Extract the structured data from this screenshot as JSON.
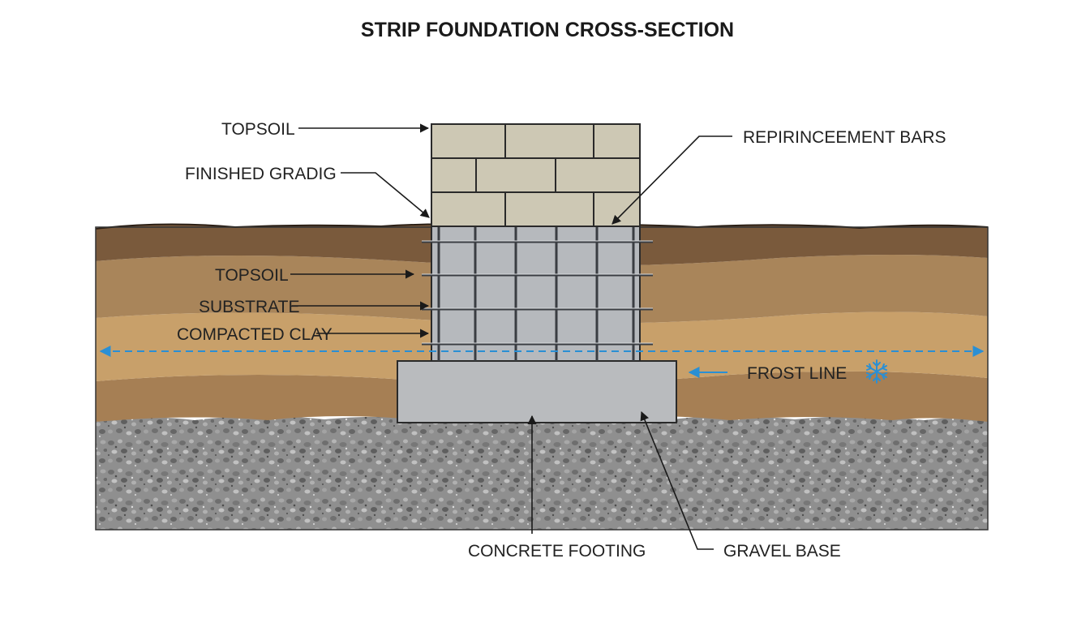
{
  "title": "STRIP FOUNDATION CROSS-SECTION",
  "labels": {
    "topsoil_top": "TOPSOIL",
    "finished_grading": "FINISHED GRADIG",
    "reinforcement_bars": "REPIRINCEEMENT BARS",
    "topsoil_mid": "TOPSOIL",
    "substrate": "SUBSTRATE",
    "compacted_clay": "COMPACTED CLAY",
    "frost_line": "FROST LINE",
    "concrete_footing": "CONCRETE FOOTING",
    "gravel_base": "GRAVEL BASE"
  },
  "icons": {
    "frost": "snowflake-icon"
  },
  "colors": {
    "topsoil": "#7a5a3c",
    "substrate": "#a9855a",
    "clay": "#c8a06a",
    "clay_lower": "#a67f54",
    "block": "#cdc8b4",
    "footing": "#b9bbbe",
    "rebar_cage": "#b6b9bd",
    "gravel": "#8e8e8e",
    "frost_line": "#2a8fd4"
  }
}
